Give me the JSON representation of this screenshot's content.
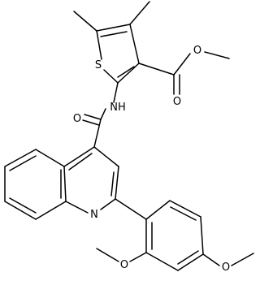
{
  "molecule": {
    "atoms": {
      "sulfur": "S",
      "nh": "NH",
      "n_ring": "N",
      "o_amide": "O",
      "o_ester_carbonyl": "O",
      "o_ester_single": "O",
      "o_methoxy_ortho": "O",
      "o_methoxy_para": "O"
    }
  }
}
